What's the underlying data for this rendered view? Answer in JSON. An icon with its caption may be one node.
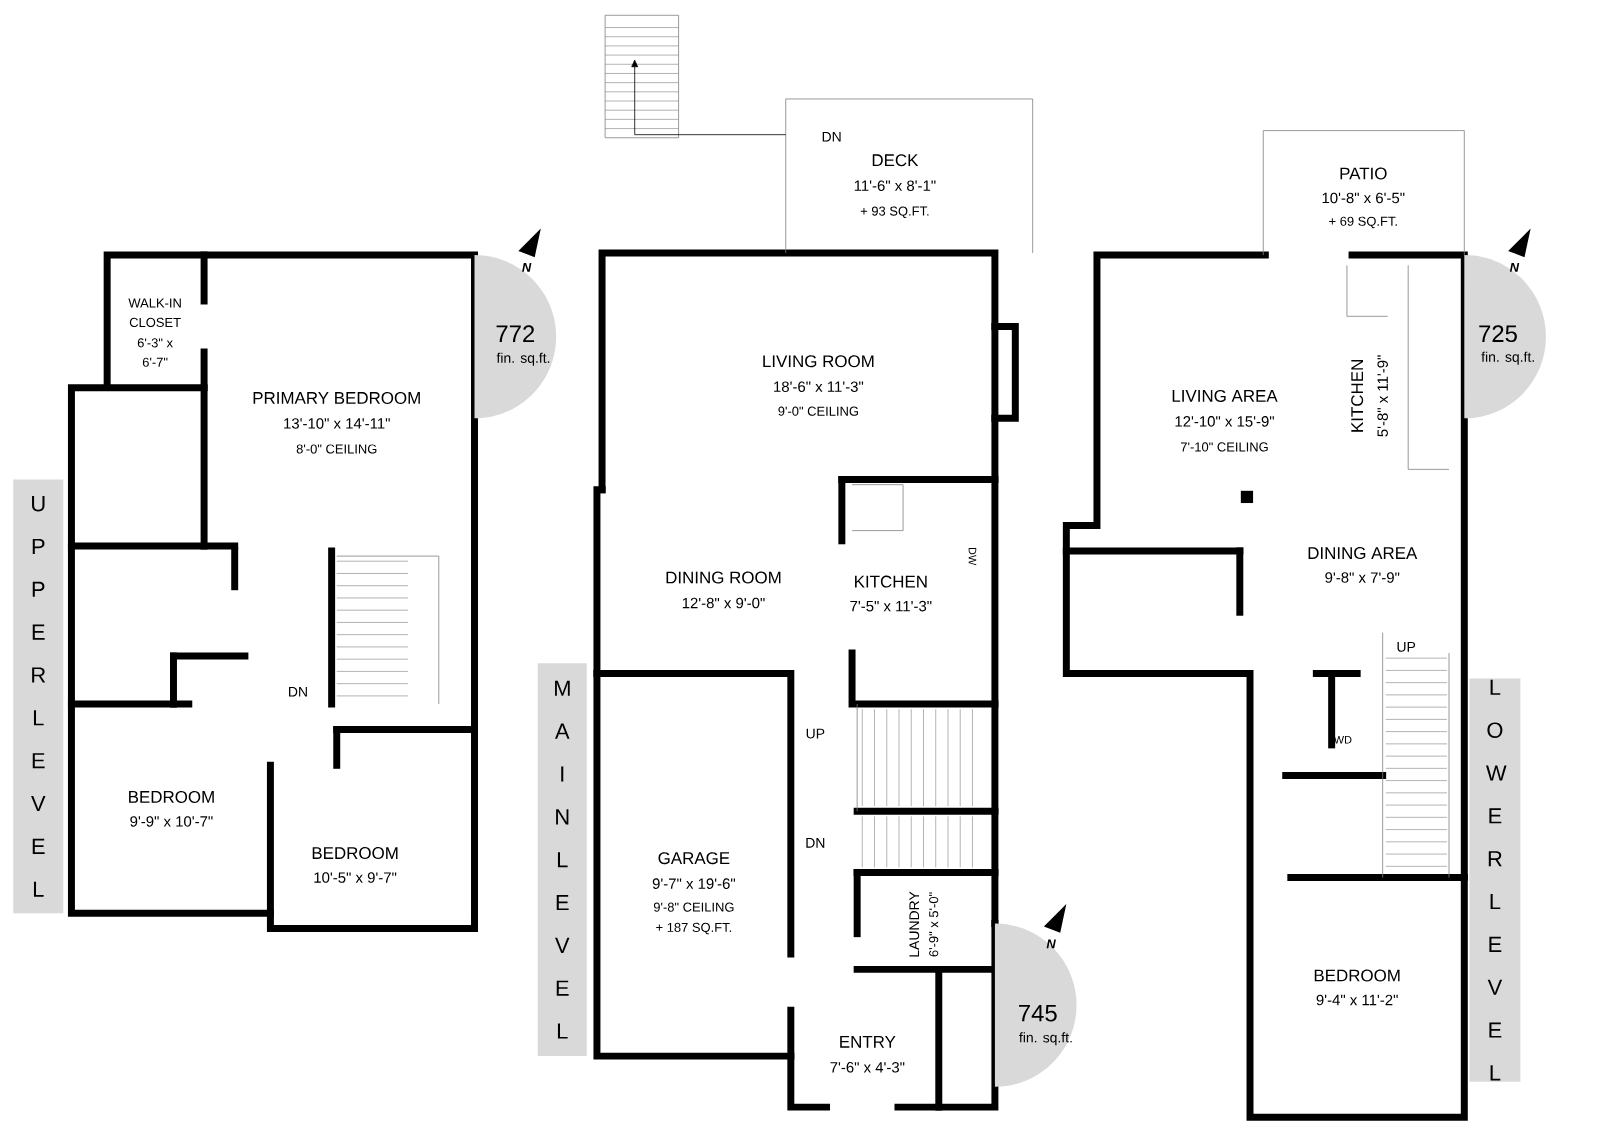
{
  "diagram": {
    "nodes": [
      {
        "text": [
          "UPPER LEVEL"
        ]
      },
      {
        "text": [
          "N",
          "772",
          "fin. sq.ft."
        ]
      },
      {
        "text": [
          "MAIN LEVEL"
        ]
      },
      {
        "text": [
          "N",
          "745",
          "fin. sq.ft."
        ]
      },
      {
        "text": [
          "N",
          "725",
          "fin. sq.ft."
        ]
      },
      {
        "text": [
          "LOWER LEVEL"
        ]
      }
    ],
    "labels": [
      "WALK-IN",
      "CLOSET",
      "6'-3\" x",
      "6'-7\"",
      "PRIMARY BEDROOM",
      "13'-10\" x 14'-11\"",
      "8'-0\" CEILING",
      "DN",
      "BEDROOM",
      "9'-9\" x 10'-7\"",
      "BEDROOM",
      "10'-5\" x 9'-7\"",
      "DN",
      "DECK",
      "11'-6\" x 8'-1\"",
      "+ 93 SQ.FT.",
      "LIVING ROOM",
      "18'-6\" x 11'-3\"",
      "9'-0\" CEILING",
      "DINING ROOM",
      "12'-8\" x 9'-0\"",
      "KITCHEN",
      "7'-5\" x 11'-3\"",
      "DW",
      "UP",
      "DN",
      "GARAGE",
      "9'-7\" x 19'-6\"",
      "9'-8\" CEILING",
      "+ 187 SQ.FT.",
      "LAUNDRY",
      "6'-9\" x 5'-0\"",
      "ENTRY",
      "7'-6\" x 4'-3\"",
      "PATIO",
      "10'-8\" x 6'-5\"",
      "+ 69 SQ.FT.",
      "LIVING AREA",
      "12'-10\" x 15'-9\"",
      "7'-10\" CEILING",
      "KITCHEN",
      "5'-8\" x 11'-9\"",
      "DINING AREA",
      "9'-8\" x 7'-9\"",
      "UP",
      "WD",
      "BEDROOM",
      "9'-4\" x 11'-2\""
    ]
  }
}
